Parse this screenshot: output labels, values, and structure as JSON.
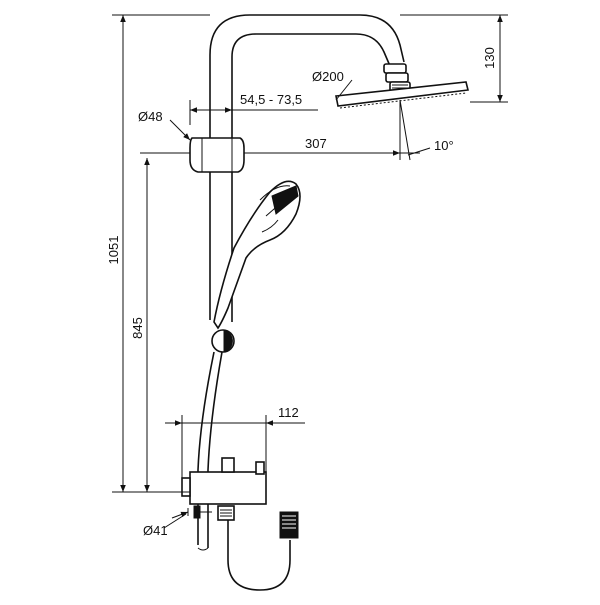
{
  "dimensions": {
    "total_height": "1051",
    "lower_height": "845",
    "head_drop": "130",
    "head_diameter": "Ø200",
    "arm_reach": "307",
    "head_tilt": "10°",
    "pipe_diameter": "Ø48",
    "bracket_range": "54,5 - 73,5",
    "mixer_depth": "112",
    "inlet_diameter": "Ø41"
  },
  "colors": {
    "ink": "#111111",
    "paper": "#ffffff"
  }
}
